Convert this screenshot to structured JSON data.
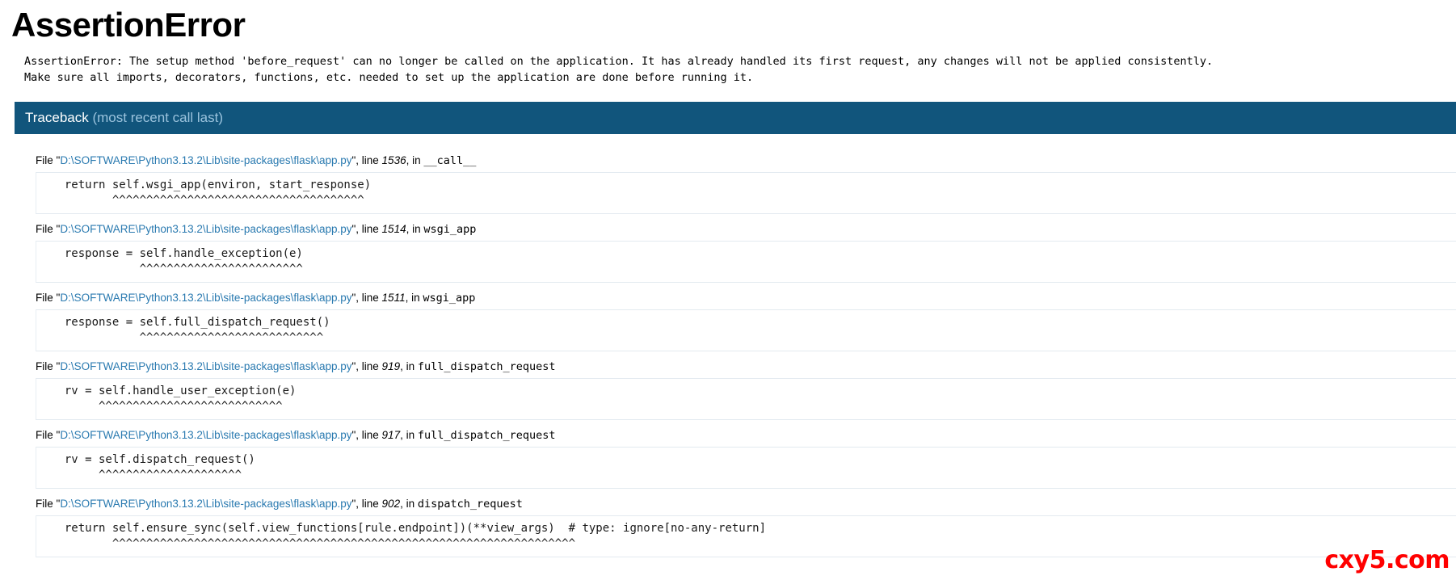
{
  "page": {
    "title": "AssertionError",
    "watermark": "cxy5.com"
  },
  "error": {
    "line1": "AssertionError: The setup method 'before_request' can no longer be called on the application. It has already handled its first request, any changes will not be applied consistently.",
    "line2": "Make sure all imports, decorators, functions, etc. needed to set up the application are done before running it."
  },
  "traceback": {
    "header_title": "Traceback ",
    "header_sub": "(most recent call last)",
    "labels": {
      "file": "File ",
      "quote_open": "\"",
      "quote_close": "\", ",
      "line": "line ",
      "comma": ", ",
      "in": "in "
    },
    "frames": [
      {
        "filepath": "D:\\SOFTWARE\\Python3.13.2\\Lib\\site-packages\\flask\\app.py",
        "lineno": "1536",
        "function": "__call__",
        "source": "  return self.wsgi_app(environ, start_response)",
        "caret": "         ^^^^^^^^^^^^^^^^^^^^^^^^^^^^^^^^^^^^^"
      },
      {
        "filepath": "D:\\SOFTWARE\\Python3.13.2\\Lib\\site-packages\\flask\\app.py",
        "lineno": "1514",
        "function": "wsgi_app",
        "source": "  response = self.handle_exception(e)",
        "caret": "             ^^^^^^^^^^^^^^^^^^^^^^^^"
      },
      {
        "filepath": "D:\\SOFTWARE\\Python3.13.2\\Lib\\site-packages\\flask\\app.py",
        "lineno": "1511",
        "function": "wsgi_app",
        "source": "  response = self.full_dispatch_request()",
        "caret": "             ^^^^^^^^^^^^^^^^^^^^^^^^^^^"
      },
      {
        "filepath": "D:\\SOFTWARE\\Python3.13.2\\Lib\\site-packages\\flask\\app.py",
        "lineno": "919",
        "function": "full_dispatch_request",
        "source": "  rv = self.handle_user_exception(e)",
        "caret": "       ^^^^^^^^^^^^^^^^^^^^^^^^^^^"
      },
      {
        "filepath": "D:\\SOFTWARE\\Python3.13.2\\Lib\\site-packages\\flask\\app.py",
        "lineno": "917",
        "function": "full_dispatch_request",
        "source": "  rv = self.dispatch_request()",
        "caret": "       ^^^^^^^^^^^^^^^^^^^^^"
      },
      {
        "filepath": "D:\\SOFTWARE\\Python3.13.2\\Lib\\site-packages\\flask\\app.py",
        "lineno": "902",
        "function": "dispatch_request",
        "source": "  return self.ensure_sync(self.view_functions[rule.endpoint])(**view_args)  # type: ignore[no-any-return]",
        "caret": "         ^^^^^^^^^^^^^^^^^^^^^^^^^^^^^^^^^^^^^^^^^^^^^^^^^^^^^^^^^^^^^^^^^^^^"
      }
    ]
  },
  "colors": {
    "header_bg": "#11557c",
    "header_sub": "#9bc3dd",
    "link": "#2a7ab0",
    "watermark": "#ff0000"
  }
}
